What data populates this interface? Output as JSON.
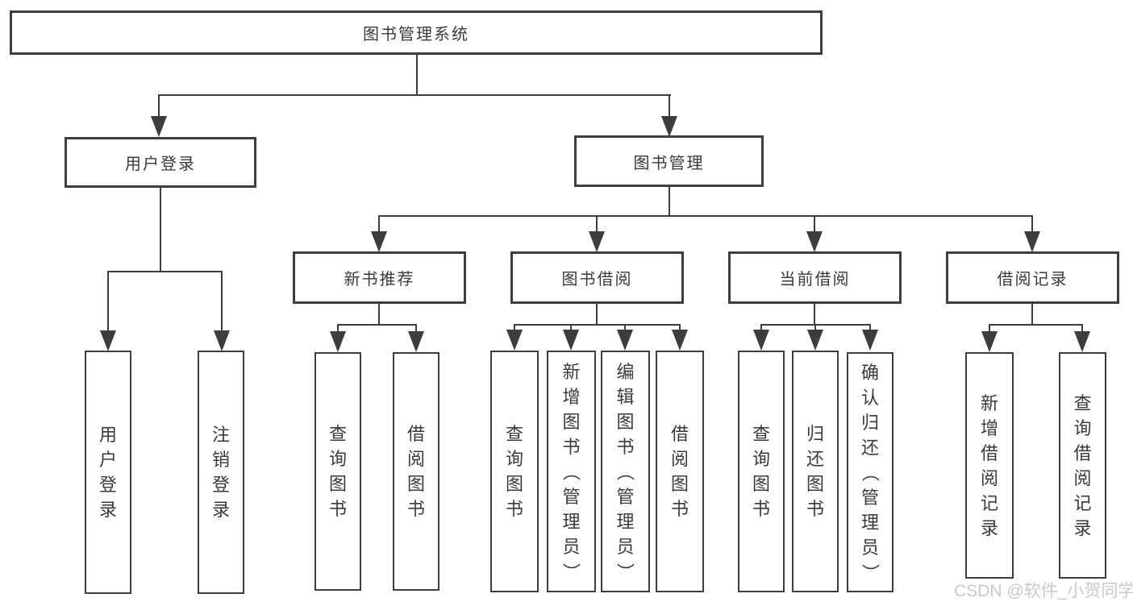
{
  "tree": {
    "root": {
      "label": "图书管理系统",
      "children": [
        {
          "label": "用户登录",
          "children": [
            {
              "label": "用户登录"
            },
            {
              "label": "注销登录"
            }
          ]
        },
        {
          "label": "图书管理",
          "children": [
            {
              "label": "新书推荐",
              "children": [
                {
                  "label": "查询图书"
                },
                {
                  "label": "借阅图书"
                }
              ]
            },
            {
              "label": "图书借阅",
              "children": [
                {
                  "label": "查询图书"
                },
                {
                  "label": "新增图书（管理员）"
                },
                {
                  "label": "编辑图书（管理员）"
                },
                {
                  "label": "借阅图书"
                }
              ]
            },
            {
              "label": "当前借阅",
              "children": [
                {
                  "label": "查询图书"
                },
                {
                  "label": "归还图书"
                },
                {
                  "label": "确认归还（管理员）"
                }
              ]
            },
            {
              "label": "借阅记录",
              "children": [
                {
                  "label": "新增借阅记录"
                },
                {
                  "label": "查询借阅记录"
                }
              ]
            }
          ]
        }
      ]
    }
  },
  "watermark": {
    "text": "CSDN @软件_小贺同学"
  },
  "colors": {
    "line": "#3d3d3d",
    "text": "#3a3a3a",
    "watermark": "#c9c9c9",
    "bg": "#ffffff"
  }
}
